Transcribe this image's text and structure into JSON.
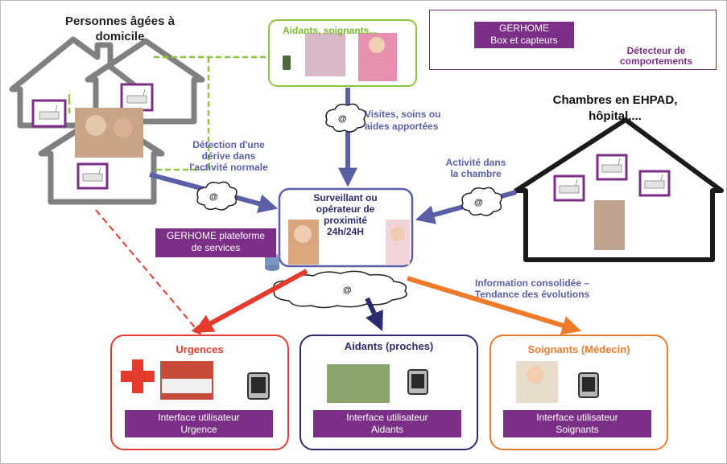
{
  "texts": {
    "home_title_1": "Personnes âgées à",
    "home_title_2": "domicile",
    "caregivers_top": "Aidants, soignants...",
    "ehpad_title_1": "Chambres en EHPAD,",
    "ehpad_title_2": "hôpital,...",
    "visits_1": "Visites, soins ou",
    "visits_2": "aides apportées",
    "drift_1": "Détection d'une",
    "drift_2": "dérive dans",
    "drift_3": "l'activité normale",
    "activity_1": "Activité dans",
    "activity_2": "la chambre",
    "operator_1": "Surveillant ou",
    "operator_2": "opérateur de",
    "operator_3": "proximité",
    "operator_4": "24h/24H",
    "platform_1": "GERHOME plateforme",
    "platform_2": "de services",
    "info_1": "Information consolidée –",
    "info_2": "Tendance des évolutions",
    "cloud_symbol": "@"
  },
  "legend": {
    "box_1": "GERHOME",
    "box_2": "Box et capteurs",
    "detector_1": "Détecteur de",
    "detector_2": "comportements"
  },
  "boxes": {
    "urgences": {
      "title": "Urgences",
      "interface_1": "Interface utilisateur",
      "interface_2": "Urgence"
    },
    "aidants": {
      "title": "Aidants (proches)",
      "interface_1": "Interface utilisateur",
      "interface_2": "Aidants"
    },
    "soignants": {
      "title": "Soignants (Médecin)",
      "interface_1": "Interface utilisateur",
      "interface_2": "Soignants"
    }
  },
  "colors": {
    "purple": "#7b2f86",
    "green": "#8dc63f",
    "navy_arrow": "#5a5fa8",
    "red": "#e53b2c",
    "orange": "#ee7a2c",
    "house_gray": "#808080",
    "dark_navy": "#2c2a6e"
  }
}
